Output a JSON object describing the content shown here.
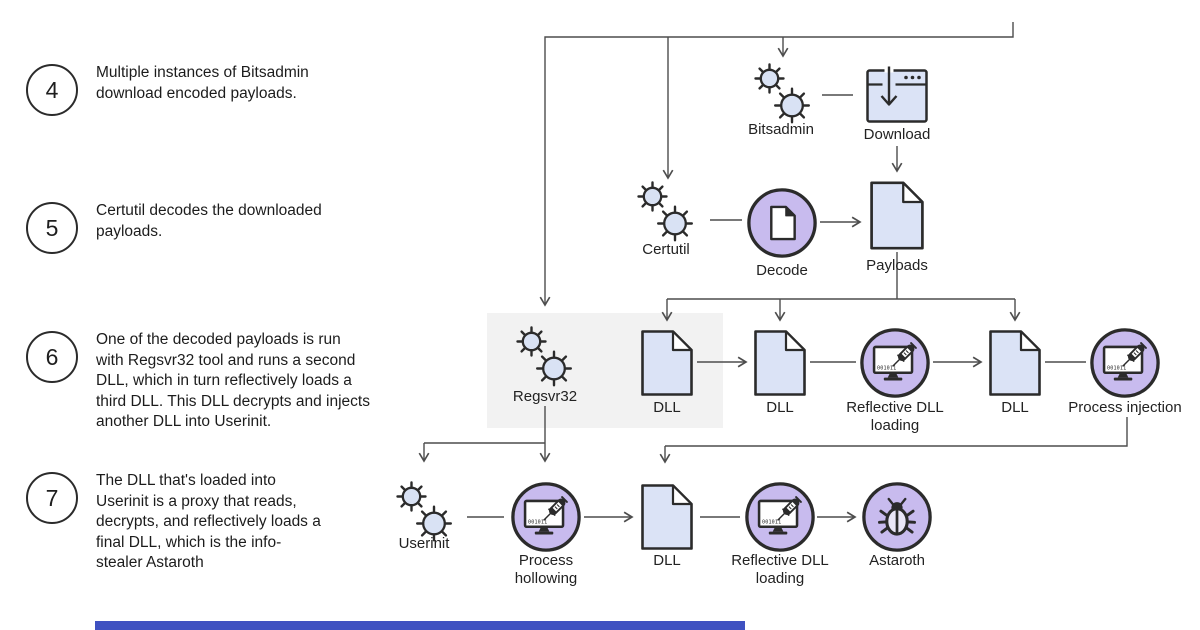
{
  "title": "Astaroth attack chain diagram",
  "steps": [
    {
      "number": "4",
      "text": "Multiple instances of Bitsadmin\ndownload encoded payloads."
    },
    {
      "number": "5",
      "text": "Certutil decodes the downloaded\npayloads."
    },
    {
      "number": "6",
      "text": "One of the decoded payloads is run\nwith Regsvr32 tool and runs a second\nDLL, which in turn reflectively loads a\nthird DLL. This DLL decrypts and injects\nanother DLL into Userinit."
    },
    {
      "number": "7",
      "text": "The DLL that's loaded into\nUserinit is a proxy that reads,\ndecrypts, and reflectively loads a\nfinal DLL, which is the info-\nstealer Astaroth"
    }
  ],
  "nodes": {
    "bitsadmin": {
      "label": "Bitsadmin",
      "icon": "gears-icon"
    },
    "download": {
      "label": "Download",
      "icon": "browser-download-icon"
    },
    "certutil": {
      "label": "Certutil",
      "icon": "gears-icon"
    },
    "decode": {
      "label": "Decode",
      "icon": "document-circle-icon"
    },
    "payloads": {
      "label": "Payloads",
      "icon": "document-icon"
    },
    "regsvr32": {
      "label": "Regsvr32",
      "icon": "gears-icon"
    },
    "dll1": {
      "label": "DLL",
      "icon": "document-icon"
    },
    "dll2": {
      "label": "DLL",
      "icon": "document-icon"
    },
    "reflective_dll_loading_1": {
      "label": "Reflective DLL loading",
      "icon": "monitor-syringe-icon"
    },
    "dll3": {
      "label": "DLL",
      "icon": "document-icon"
    },
    "process_injection": {
      "label": "Process injection",
      "icon": "monitor-syringe-icon"
    },
    "userinit": {
      "label": "Userinit",
      "icon": "gears-icon"
    },
    "process_hollowing": {
      "label": "Process hollowing",
      "icon": "monitor-syringe-icon"
    },
    "dll4": {
      "label": "DLL",
      "icon": "document-icon"
    },
    "reflective_dll_loading_2": {
      "label": "Reflective DLL loading",
      "icon": "monitor-syringe-icon"
    },
    "astaroth": {
      "label": "Astaroth",
      "icon": "bug-icon"
    }
  },
  "monitor_screen_code": "001011",
  "colors": {
    "icon_fill_blue": "#d9e2f4",
    "badge_fill_purple": "#c8bbee",
    "outline_dark": "#2b2b2b",
    "connector_gray": "#4d4d4d",
    "highlight_box_gray": "#f2f2f2",
    "bottom_bar_blue": "#3f51c1",
    "background": "#ffffff"
  }
}
